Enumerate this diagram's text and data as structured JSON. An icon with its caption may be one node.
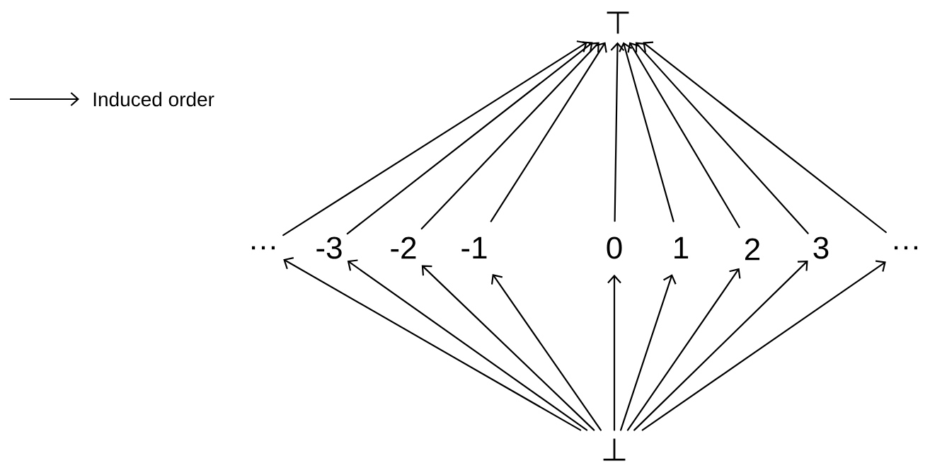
{
  "diagram": {
    "nodes": [
      {
        "text": [
          "⊤"
        ]
      },
      {
        "text": [
          "…"
        ]
      },
      {
        "text": [
          "-3"
        ]
      },
      {
        "text": [
          "-2"
        ]
      },
      {
        "text": [
          "-1"
        ]
      },
      {
        "text": [
          "0"
        ]
      },
      {
        "text": [
          "1"
        ]
      },
      {
        "text": [
          "2"
        ]
      },
      {
        "text": [
          "3"
        ]
      },
      {
        "text": [
          "…"
        ]
      },
      {
        "text": [
          "⊥"
        ]
      }
    ],
    "edges": [
      {
        "from": 1,
        "to": 0,
        "arrow": "to"
      },
      {
        "from": 2,
        "to": 0,
        "arrow": "to"
      },
      {
        "from": 3,
        "to": 0,
        "arrow": "to"
      },
      {
        "from": 4,
        "to": 0,
        "arrow": "to"
      },
      {
        "from": 5,
        "to": 0,
        "arrow": "to"
      },
      {
        "from": 6,
        "to": 0,
        "arrow": "to"
      },
      {
        "from": 7,
        "to": 0,
        "arrow": "to"
      },
      {
        "from": 8,
        "to": 0,
        "arrow": "to"
      },
      {
        "from": 9,
        "to": 0,
        "arrow": "to"
      },
      {
        "from": 10,
        "to": 1,
        "arrow": "to"
      },
      {
        "from": 10,
        "to": 2,
        "arrow": "to"
      },
      {
        "from": 10,
        "to": 3,
        "arrow": "to"
      },
      {
        "from": 10,
        "to": 4,
        "arrow": "to"
      },
      {
        "from": 10,
        "to": 5,
        "arrow": "to"
      },
      {
        "from": 10,
        "to": 6,
        "arrow": "to"
      },
      {
        "from": 10,
        "to": 7,
        "arrow": "to"
      },
      {
        "from": 10,
        "to": 8,
        "arrow": "to"
      },
      {
        "from": 10,
        "to": 9,
        "arrow": "to"
      }
    ],
    "legend": [
      {
        "text": "Induced order"
      }
    ]
  }
}
